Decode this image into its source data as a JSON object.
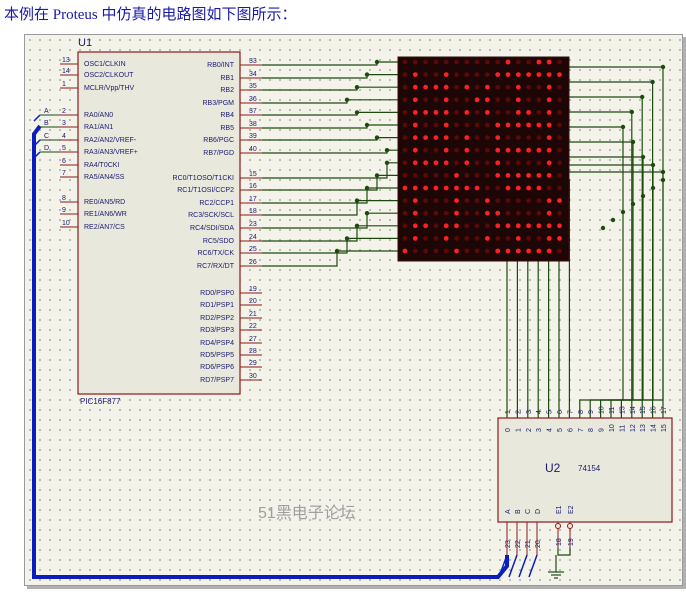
{
  "caption": "本例在 Proteus 中仿真的电路图如下图所示：",
  "watermark": "51黑电子论坛",
  "mcu": {
    "ref": "U1",
    "part": "PIC16F877",
    "left_pins": [
      {
        "num": "13",
        "name": "OSC1/CLKIN"
      },
      {
        "num": "14",
        "name": "OSC2/CLKOUT"
      },
      {
        "num": "1",
        "name": "MCLR/Vpp/THV"
      },
      {
        "num": "2",
        "name": "RA0/AN0"
      },
      {
        "num": "3",
        "name": "RA1/AN1"
      },
      {
        "num": "4",
        "name": "RA2/AN2/VREF-"
      },
      {
        "num": "5",
        "name": "RA3/AN3/VREF+"
      },
      {
        "num": "6",
        "name": "RA4/T0CKI"
      },
      {
        "num": "7",
        "name": "RA5/AN4/SS"
      },
      {
        "num": "8",
        "name": "RE0/AN5/RD"
      },
      {
        "num": "9",
        "name": "RE1/AN6/WR"
      },
      {
        "num": "10",
        "name": "RE2/AN7/CS"
      }
    ],
    "right_pins": [
      {
        "num": "33",
        "name": "RB0/INT"
      },
      {
        "num": "34",
        "name": "RB1"
      },
      {
        "num": "35",
        "name": "RB2"
      },
      {
        "num": "36",
        "name": "RB3/PGM"
      },
      {
        "num": "37",
        "name": "RB4"
      },
      {
        "num": "38",
        "name": "RB5"
      },
      {
        "num": "39",
        "name": "RB6/PGC"
      },
      {
        "num": "40",
        "name": "RB7/PGD"
      },
      {
        "num": "15",
        "name": "RC0/T1OSO/T1CKI"
      },
      {
        "num": "16",
        "name": "RC1/T1OSI/CCP2"
      },
      {
        "num": "17",
        "name": "RC2/CCP1"
      },
      {
        "num": "18",
        "name": "RC3/SCK/SCL"
      },
      {
        "num": "23",
        "name": "RC4/SDI/SDA"
      },
      {
        "num": "24",
        "name": "RC5/SDO"
      },
      {
        "num": "25",
        "name": "RC6/TX/CK"
      },
      {
        "num": "26",
        "name": "RC7/RX/DT"
      },
      {
        "num": "19",
        "name": "RD0/PSP0"
      },
      {
        "num": "20",
        "name": "RD1/PSP1"
      },
      {
        "num": "21",
        "name": "RD2/PSP2"
      },
      {
        "num": "22",
        "name": "RD3/PSP3"
      },
      {
        "num": "27",
        "name": "RD4/PSP4"
      },
      {
        "num": "28",
        "name": "RD5/PSP5"
      },
      {
        "num": "29",
        "name": "RD6/PSP6"
      },
      {
        "num": "30",
        "name": "RD7/PSP7"
      }
    ],
    "bus_labels": [
      "A",
      "B",
      "C",
      "D"
    ]
  },
  "decoder": {
    "ref": "U2",
    "part": "74154",
    "outputs": [
      "0",
      "1",
      "2",
      "3",
      "4",
      "5",
      "6",
      "7",
      "8",
      "9",
      "10",
      "11",
      "12",
      "13",
      "14",
      "15"
    ],
    "output_pin_nums": [
      "1",
      "2",
      "3",
      "4",
      "5",
      "6",
      "7",
      "8",
      "9",
      "10",
      "11",
      "13",
      "14",
      "15",
      "16",
      "17"
    ],
    "inputs": [
      "A",
      "B",
      "C",
      "D"
    ],
    "input_pin_nums": [
      "23",
      "22",
      "21",
      "20"
    ],
    "enables": [
      "E1",
      "E2"
    ],
    "enable_pin_nums": [
      "18",
      "19"
    ]
  },
  "matrix": {
    "rows": 16,
    "cols": 16,
    "lit": [
      "..........o..oo.",
      ".o..o....ooooooo",
      ".oooo.o.o..o..o.",
      ".o..o..oo..o..o.",
      ".oooo.o.o..oo.o.",
      ".o..o....oooooo.",
      ".oooo.o..o....o.",
      ".o..o.o..oooooo.",
      ".oooo.o..o....o.",
      ".....o...oooooo.",
      "oooooooo..oooo..",
      ".o...o..o.....oo",
      ".o...o..oo....o.",
      ".oo.oo...ooooooo",
      ".o..o...o..o..oo",
      "o....o...oooooo."
    ],
    "colors": {
      "on": "#ff2020",
      "off": "#5a0808",
      "body": "#1c0606",
      "wire": "#1e4a10",
      "bus": "#0a1ebe",
      "chip_border": "#8b1a1a",
      "chip_fill": "#e8e8dc",
      "pin": "#8b1a1a",
      "text": "#1a1a70"
    }
  }
}
